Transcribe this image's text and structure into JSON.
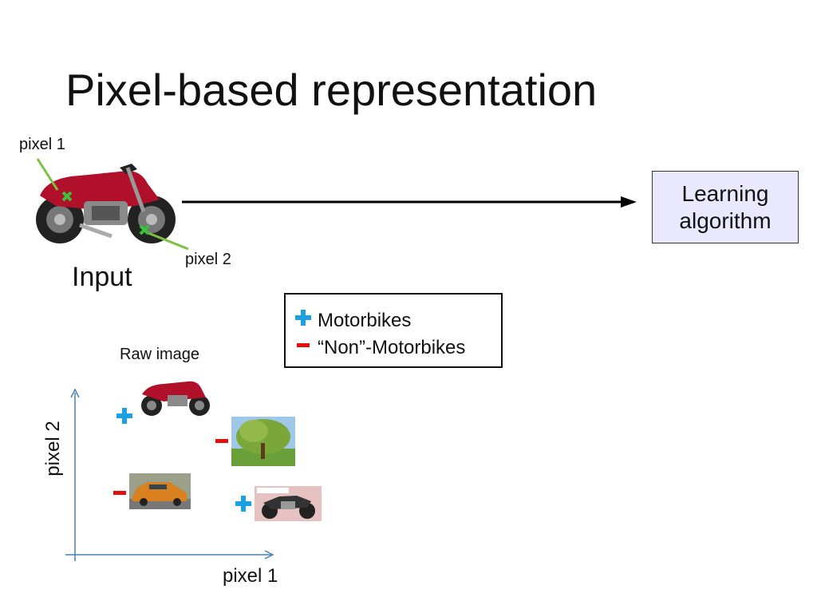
{
  "slide": {
    "title": "Pixel-based representation",
    "pixel1_label": "pixel 1",
    "pixel2_label": "pixel 2",
    "input_label": "Input",
    "box_label_line1": "Learning",
    "box_label_line2": "algorithm",
    "raw_image_label": "Raw image",
    "axis_x_label": "pixel 1",
    "axis_y_label": "pixel 2"
  },
  "legend": {
    "items": [
      {
        "symbol": "plus-icon",
        "label": "Motorbikes",
        "color": "#1ba1e2"
      },
      {
        "symbol": "minus-icon",
        "label": "“Non”-Motorbikes",
        "color": "#e01010"
      }
    ]
  },
  "colors": {
    "plus": "#1ba1e2",
    "minus": "#e01010",
    "axis": "#4a7fb5",
    "pointer": "#7dc142",
    "box_fill": "#e8e8ff"
  }
}
